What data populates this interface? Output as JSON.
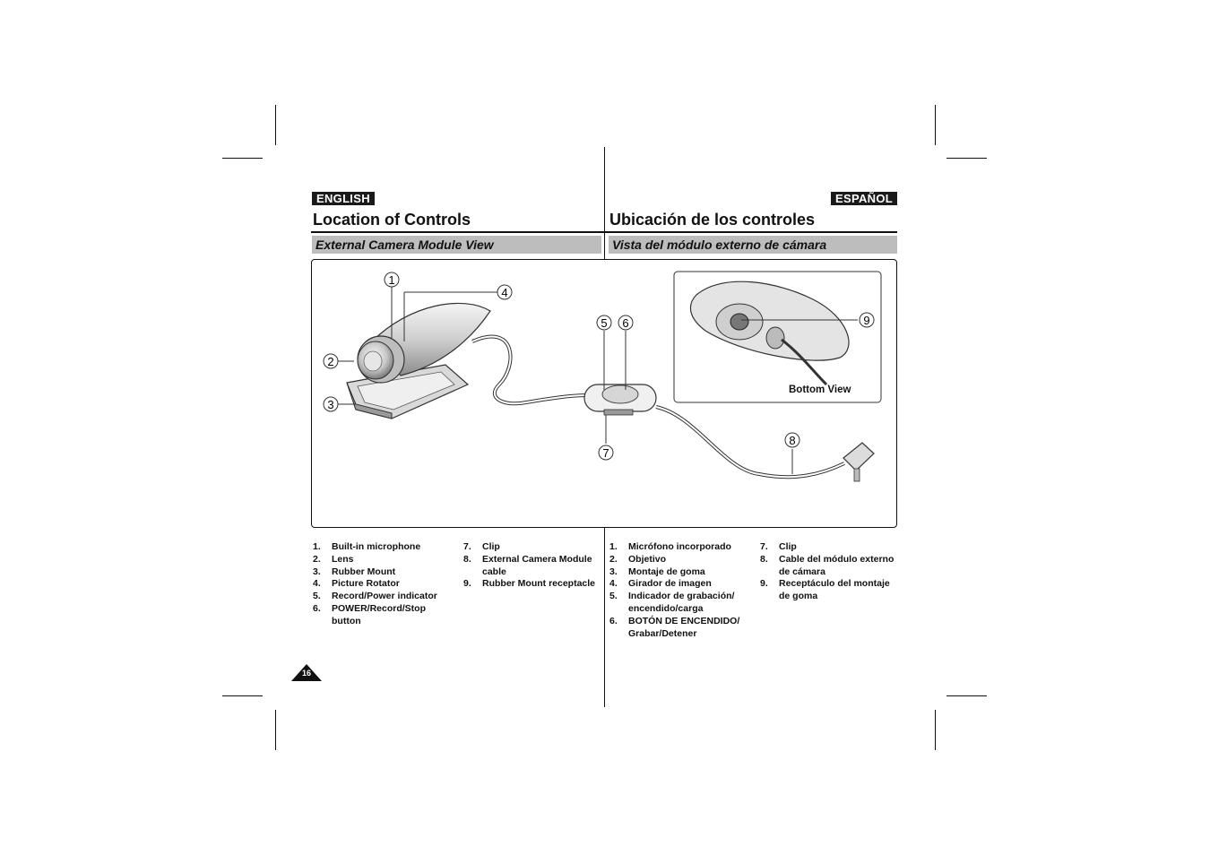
{
  "badges": {
    "english": "ENGLISH",
    "spanish": "ESPAÑOL"
  },
  "titles": {
    "english": "Location of Controls",
    "spanish": "Ubicación de los controles"
  },
  "subtitles": {
    "english": "External Camera Module View",
    "spanish": "Vista del módulo externo de cámara"
  },
  "figure": {
    "bottom_view_label": "Bottom View",
    "callouts": [
      "1",
      "2",
      "3",
      "4",
      "5",
      "6",
      "7",
      "8",
      "9"
    ]
  },
  "english_list": {
    "col1": [
      {
        "n": "1.",
        "t": "Built-in microphone"
      },
      {
        "n": "2.",
        "t": "Lens"
      },
      {
        "n": "3.",
        "t": "Rubber Mount"
      },
      {
        "n": "4.",
        "t": "Picture Rotator"
      },
      {
        "n": "5.",
        "t": "Record/Power indicator"
      },
      {
        "n": "6.",
        "t": "POWER/Record/Stop button"
      }
    ],
    "col2": [
      {
        "n": "7.",
        "t": "Clip"
      },
      {
        "n": "8.",
        "t": "External Camera Module cable"
      },
      {
        "n": "9.",
        "t": "Rubber Mount receptacle"
      }
    ]
  },
  "spanish_list": {
    "col1": [
      {
        "n": "1.",
        "t": "Micrófono incorporado"
      },
      {
        "n": "2.",
        "t": "Objetivo"
      },
      {
        "n": "3.",
        "t": "Montaje de goma"
      },
      {
        "n": "4.",
        "t": "Girador de imagen"
      },
      {
        "n": "5.",
        "t": "Indicador de grabación/ encendido/carga"
      },
      {
        "n": "6.",
        "t": "BOTÓN DE ENCENDIDO/ Grabar/Detener"
      }
    ],
    "col2": [
      {
        "n": "7.",
        "t": "Clip"
      },
      {
        "n": "8.",
        "t": "Cable del módulo externo de cámara"
      },
      {
        "n": "9.",
        "t": "Receptáculo del montaje de goma"
      }
    ]
  },
  "page_number": "16"
}
